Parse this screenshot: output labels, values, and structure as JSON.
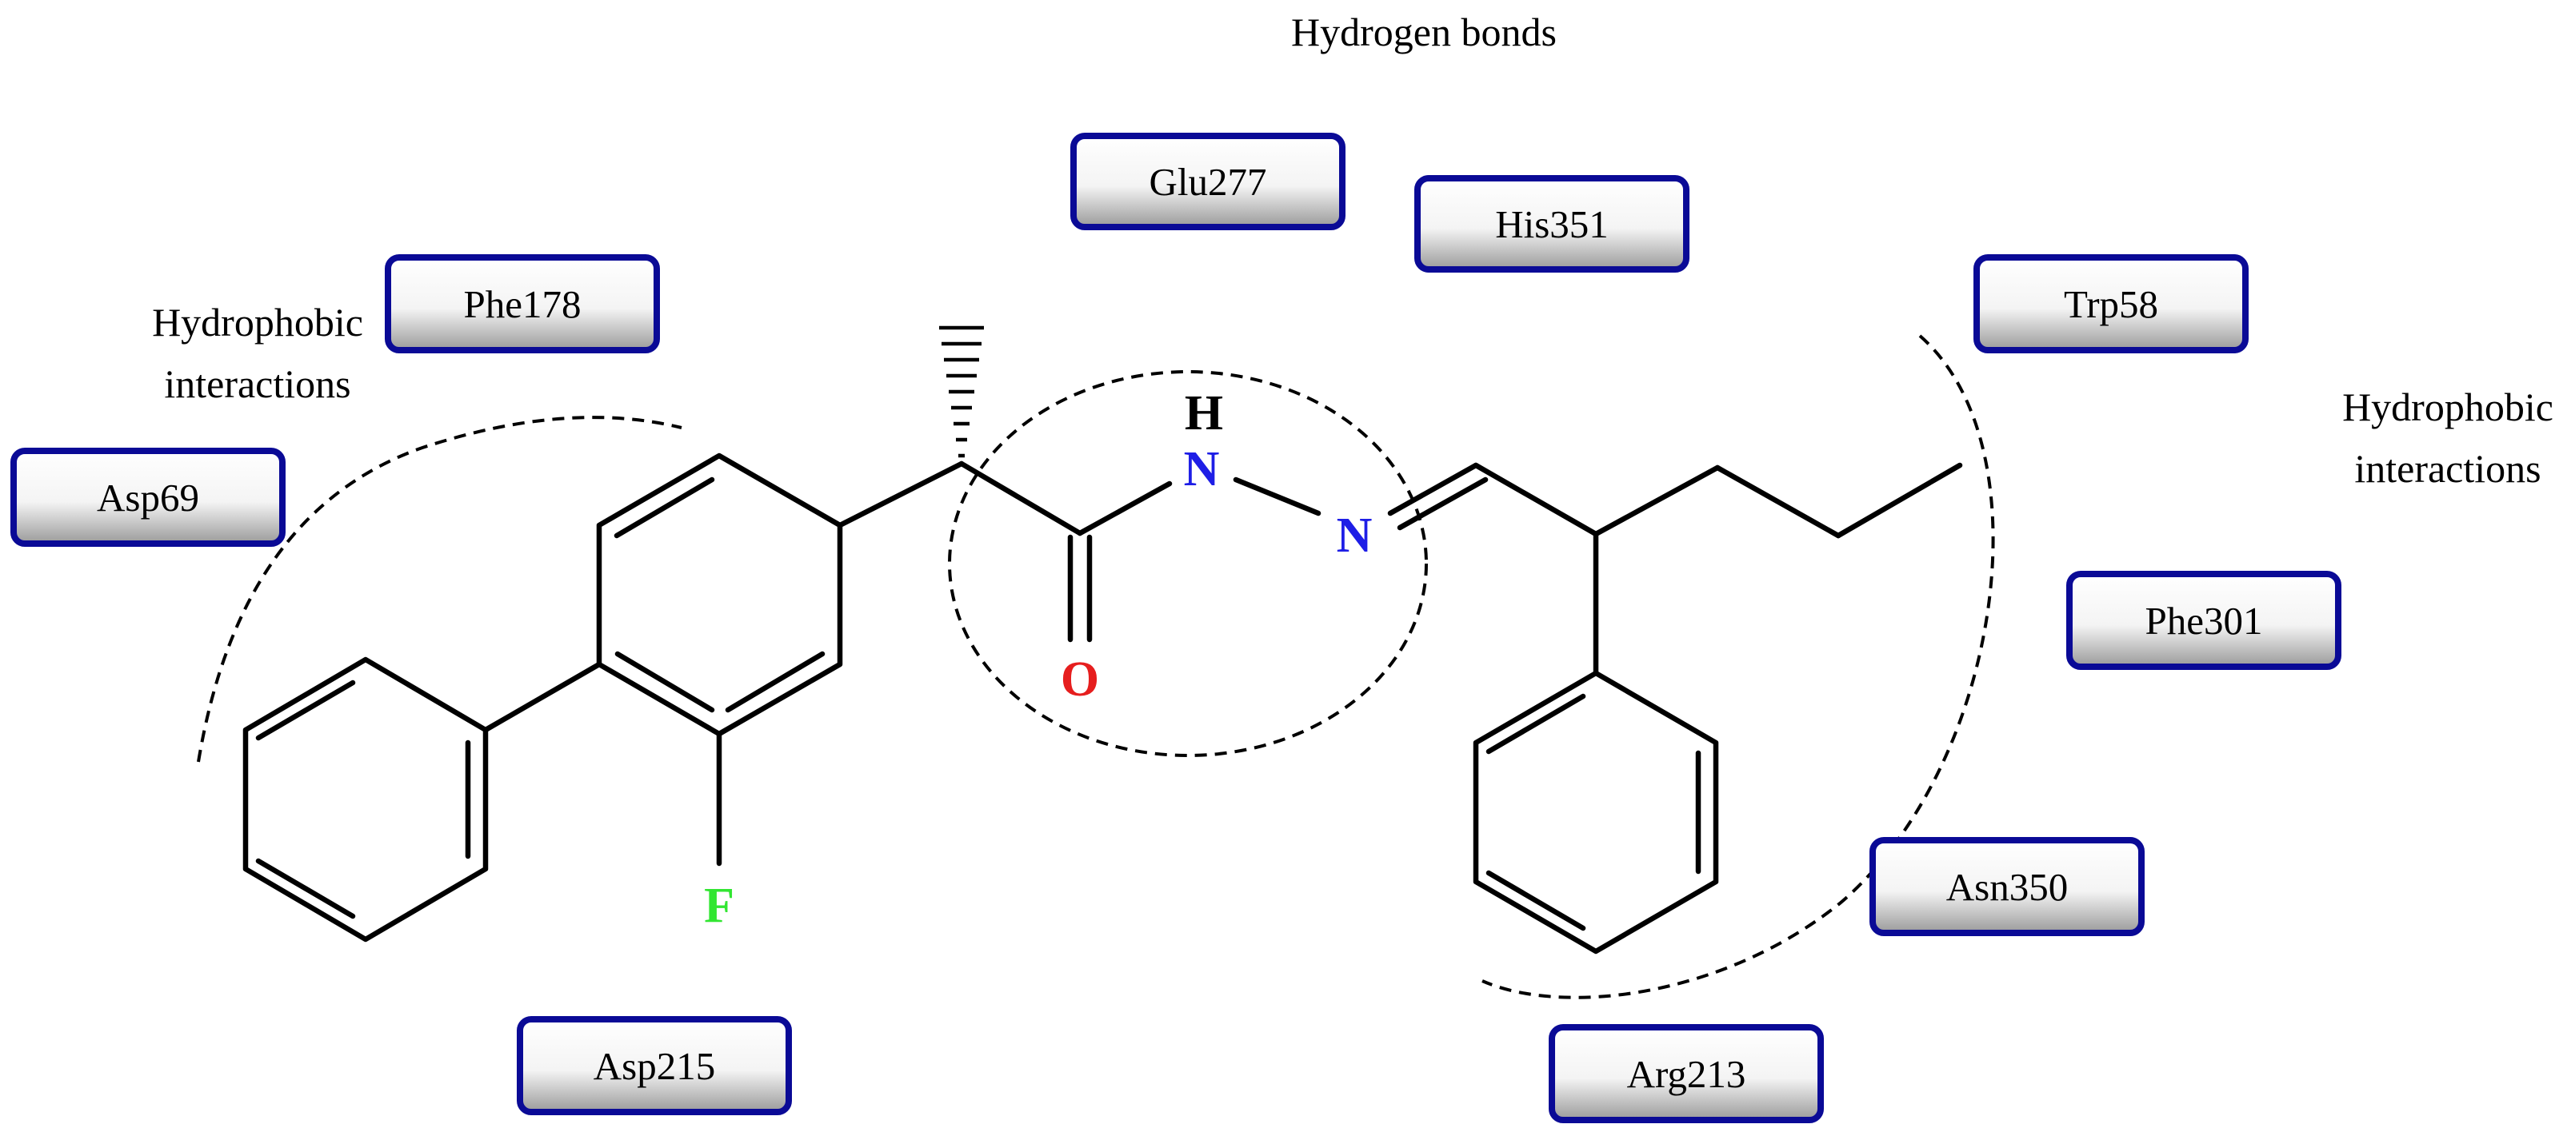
{
  "labels": {
    "hydrogen_bonds": "Hydrogen bonds",
    "hydrophobic_left_line1": "Hydrophobic",
    "hydrophobic_left_line2": "interactions",
    "hydrophobic_right_line1": "Hydrophobic",
    "hydrophobic_right_line2": "interactions"
  },
  "residues": {
    "glu277": "Glu277",
    "his351": "His351",
    "phe178": "Phe178",
    "asp69": "Asp69",
    "trp58": "Trp58",
    "phe301": "Phe301",
    "asn350": "Asn350",
    "asp215": "Asp215",
    "arg213": "Arg213"
  },
  "atoms": {
    "h": "H",
    "n_amide": "N",
    "n_imine": "N",
    "o": "O",
    "f": "F"
  },
  "colors": {
    "residue_border": "#0A0A96",
    "nitrogen": "#1E1EE6",
    "oxygen": "#E61E1E",
    "fluorine": "#32E632",
    "bond": "#000000"
  }
}
